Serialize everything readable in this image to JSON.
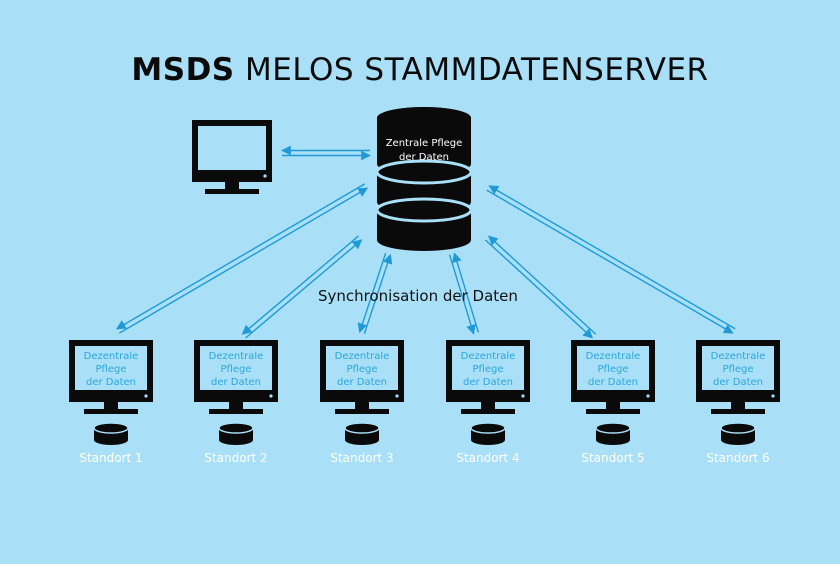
{
  "title": {
    "bold": "MSDS",
    "rest": " MELOS STAMMDATENSERVER"
  },
  "server": {
    "label_line1": "Zentrale Pflege",
    "label_line2": "der Daten",
    "icon": "database-icon"
  },
  "admin_workstation": {
    "icon": "monitor-icon"
  },
  "sync_label": "Synchronisation der Daten",
  "sites": [
    {
      "name": "Standort 1",
      "screen_line1": "Dezentrale",
      "screen_line2": "Pflege",
      "screen_line3": "der Daten"
    },
    {
      "name": "Standort 2",
      "screen_line1": "Dezentrale",
      "screen_line2": "Pflege",
      "screen_line3": "der Daten"
    },
    {
      "name": "Standort 3",
      "screen_line1": "Dezentrale",
      "screen_line2": "Pflege",
      "screen_line3": "der Daten"
    },
    {
      "name": "Standort 4",
      "screen_line1": "Dezentrale",
      "screen_line2": "Pflege",
      "screen_line3": "der Daten"
    },
    {
      "name": "Standort 5",
      "screen_line1": "Dezentrale",
      "screen_line2": "Pflege",
      "screen_line3": "der Daten"
    },
    {
      "name": "Standort 6",
      "screen_line1": "Dezentrale",
      "screen_line2": "Pflege",
      "screen_line3": "der Daten"
    }
  ],
  "colors": {
    "background": "#a9e0f7",
    "arrow": "#1f9ad6",
    "device": "#0a0a0a",
    "screen_text": "#2aa7dd"
  }
}
